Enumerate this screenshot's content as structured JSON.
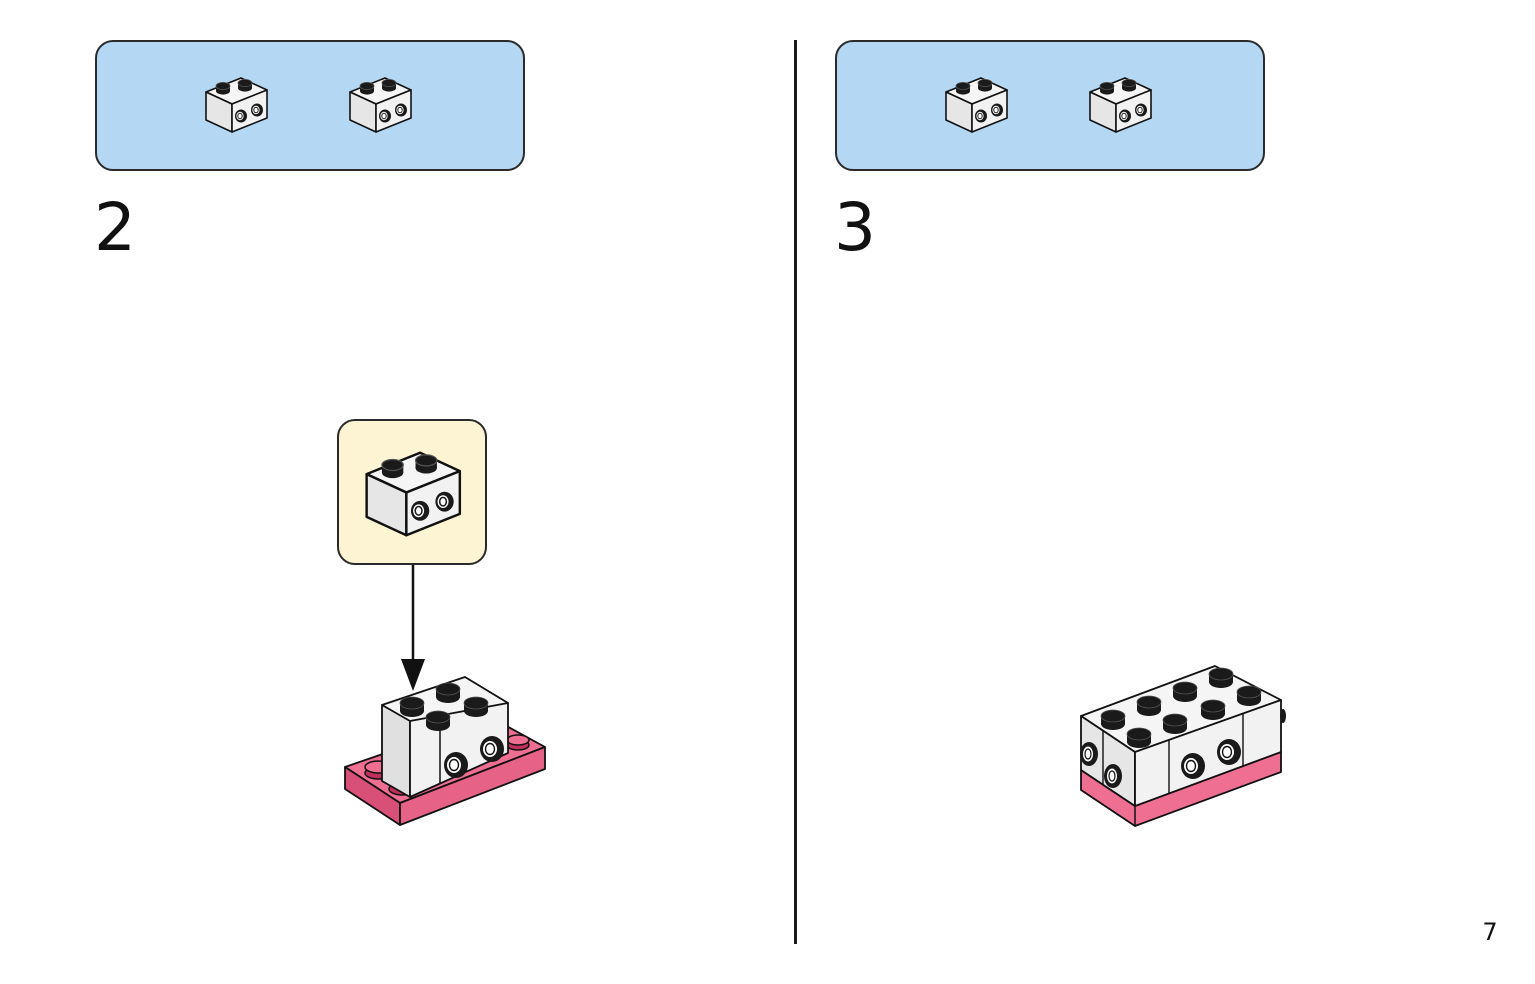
{
  "steps": [
    {
      "number": "2",
      "parts": [
        "brick-1x2-side-studs",
        "brick-1x2-side-studs"
      ]
    },
    {
      "number": "3",
      "parts": [
        "brick-1x2-side-studs",
        "brick-1x2-side-studs"
      ]
    }
  ],
  "page": {
    "number": "7"
  },
  "colors": {
    "parts_panel": "#b4d7f3",
    "callout_panel": "#fcf4d2",
    "pink_plate": "#ef6f93",
    "white_brick": "#f2f2f2",
    "stud_black": "#1a1a1a"
  }
}
